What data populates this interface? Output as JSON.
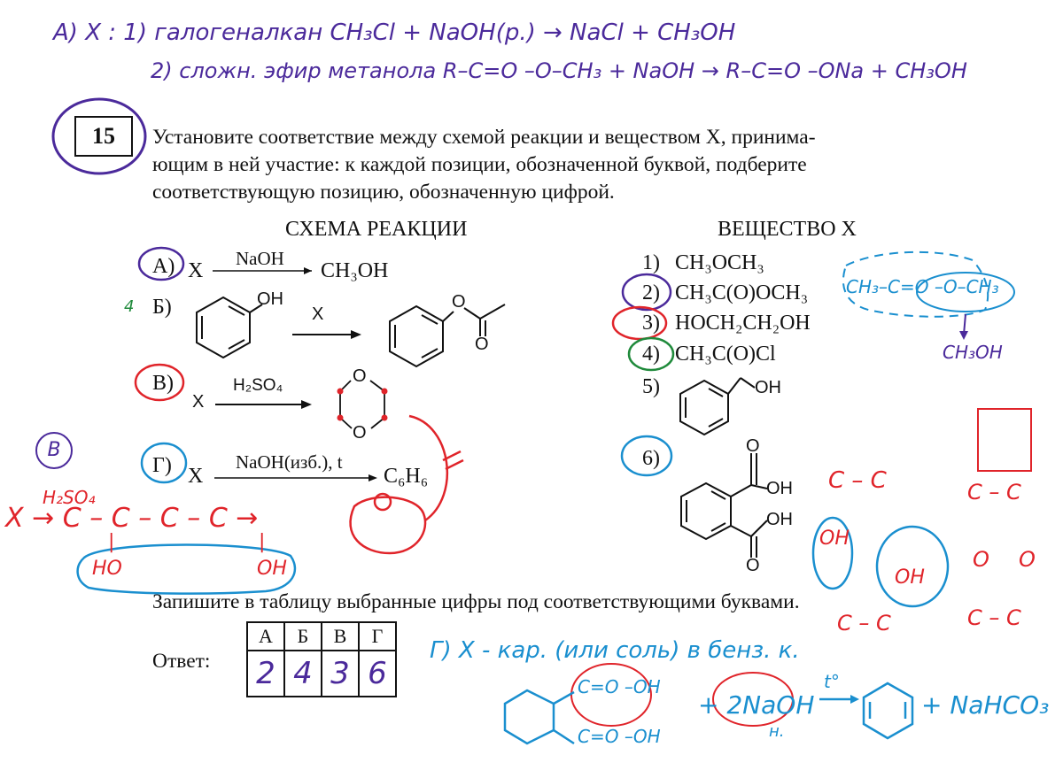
{
  "task": {
    "number": "15",
    "prompt_line1": "Установите соответствие между схемой реакции и веществом X, принима-",
    "prompt_line2": "ющим в ней участие: к каждой позиции, обозначенной буквой, подберите",
    "prompt_line3": "соответствующую позицию, обозначенную цифрой."
  },
  "columns": {
    "left": "СХЕМА РЕАКЦИИ",
    "right": "ВЕЩЕСТВО X"
  },
  "schemes": [
    {
      "letter": "А)",
      "x": "X",
      "reagent": "NaOH",
      "product": "CH₃OH"
    },
    {
      "letter": "Б)",
      "reactant_oh": "OH",
      "reagent": "X",
      "product_o": "O"
    },
    {
      "letter": "В)",
      "x": "X",
      "reagent": "H₂SO₄",
      "ring_o": "O"
    },
    {
      "letter": "Г)",
      "x": "X",
      "reagent": "NaOH(изб.), t",
      "product": "C₆H₆"
    }
  ],
  "substances": [
    {
      "num": "1)",
      "formula": "CH₃OCH₃"
    },
    {
      "num": "2)",
      "formula": "CH₃C(O)OCH₃"
    },
    {
      "num": "3)",
      "formula": "HOCH₂CH₂OH"
    },
    {
      "num": "4)",
      "formula": "CH₃C(O)Cl"
    },
    {
      "num": "5)",
      "oh": "OH"
    },
    {
      "num": "6)",
      "oh": "OH"
    }
  ],
  "answer_prompt": "Запишите в таблицу выбранные цифры под соответствующими буквами.",
  "answer_label": "Ответ:",
  "answer_table": {
    "headers": [
      "А",
      "Б",
      "В",
      "Г"
    ],
    "values": [
      "2",
      "4",
      "3",
      "6"
    ]
  },
  "handwriting": {
    "line1": "А) X : 1) галогеналкан CH₃Cl + NaOH(р.) → NaCl + CH₃OH",
    "line2": "2) сложн. эфир метанола R–C=O –O–CH₃ + NaOH → R–C=O –ONa + CH₃OH",
    "b_mark": "4",
    "ester_note": "CH₃–C=O –O–CH₃",
    "methanol_note": "CH₃OH",
    "v_circle": "В",
    "v_reagent": "H₂SO₄",
    "v_chain": "X → C – C – C – C →",
    "v_ho": "HO",
    "v_oh": "OH",
    "g_note": "Г) X - кар. (или соль) в бенз. к.",
    "g_eq1": "C=O –OH",
    "g_eq2": "C=O –OH",
    "g_naoh": "+ 2NaOH",
    "g_heat": "t°",
    "g_prod": "+ NaHCO₃",
    "g_sub": "н.",
    "right_chain1": "C – C",
    "right_oh": "OH",
    "right_c": "C – C",
    "right_o": "O"
  }
}
